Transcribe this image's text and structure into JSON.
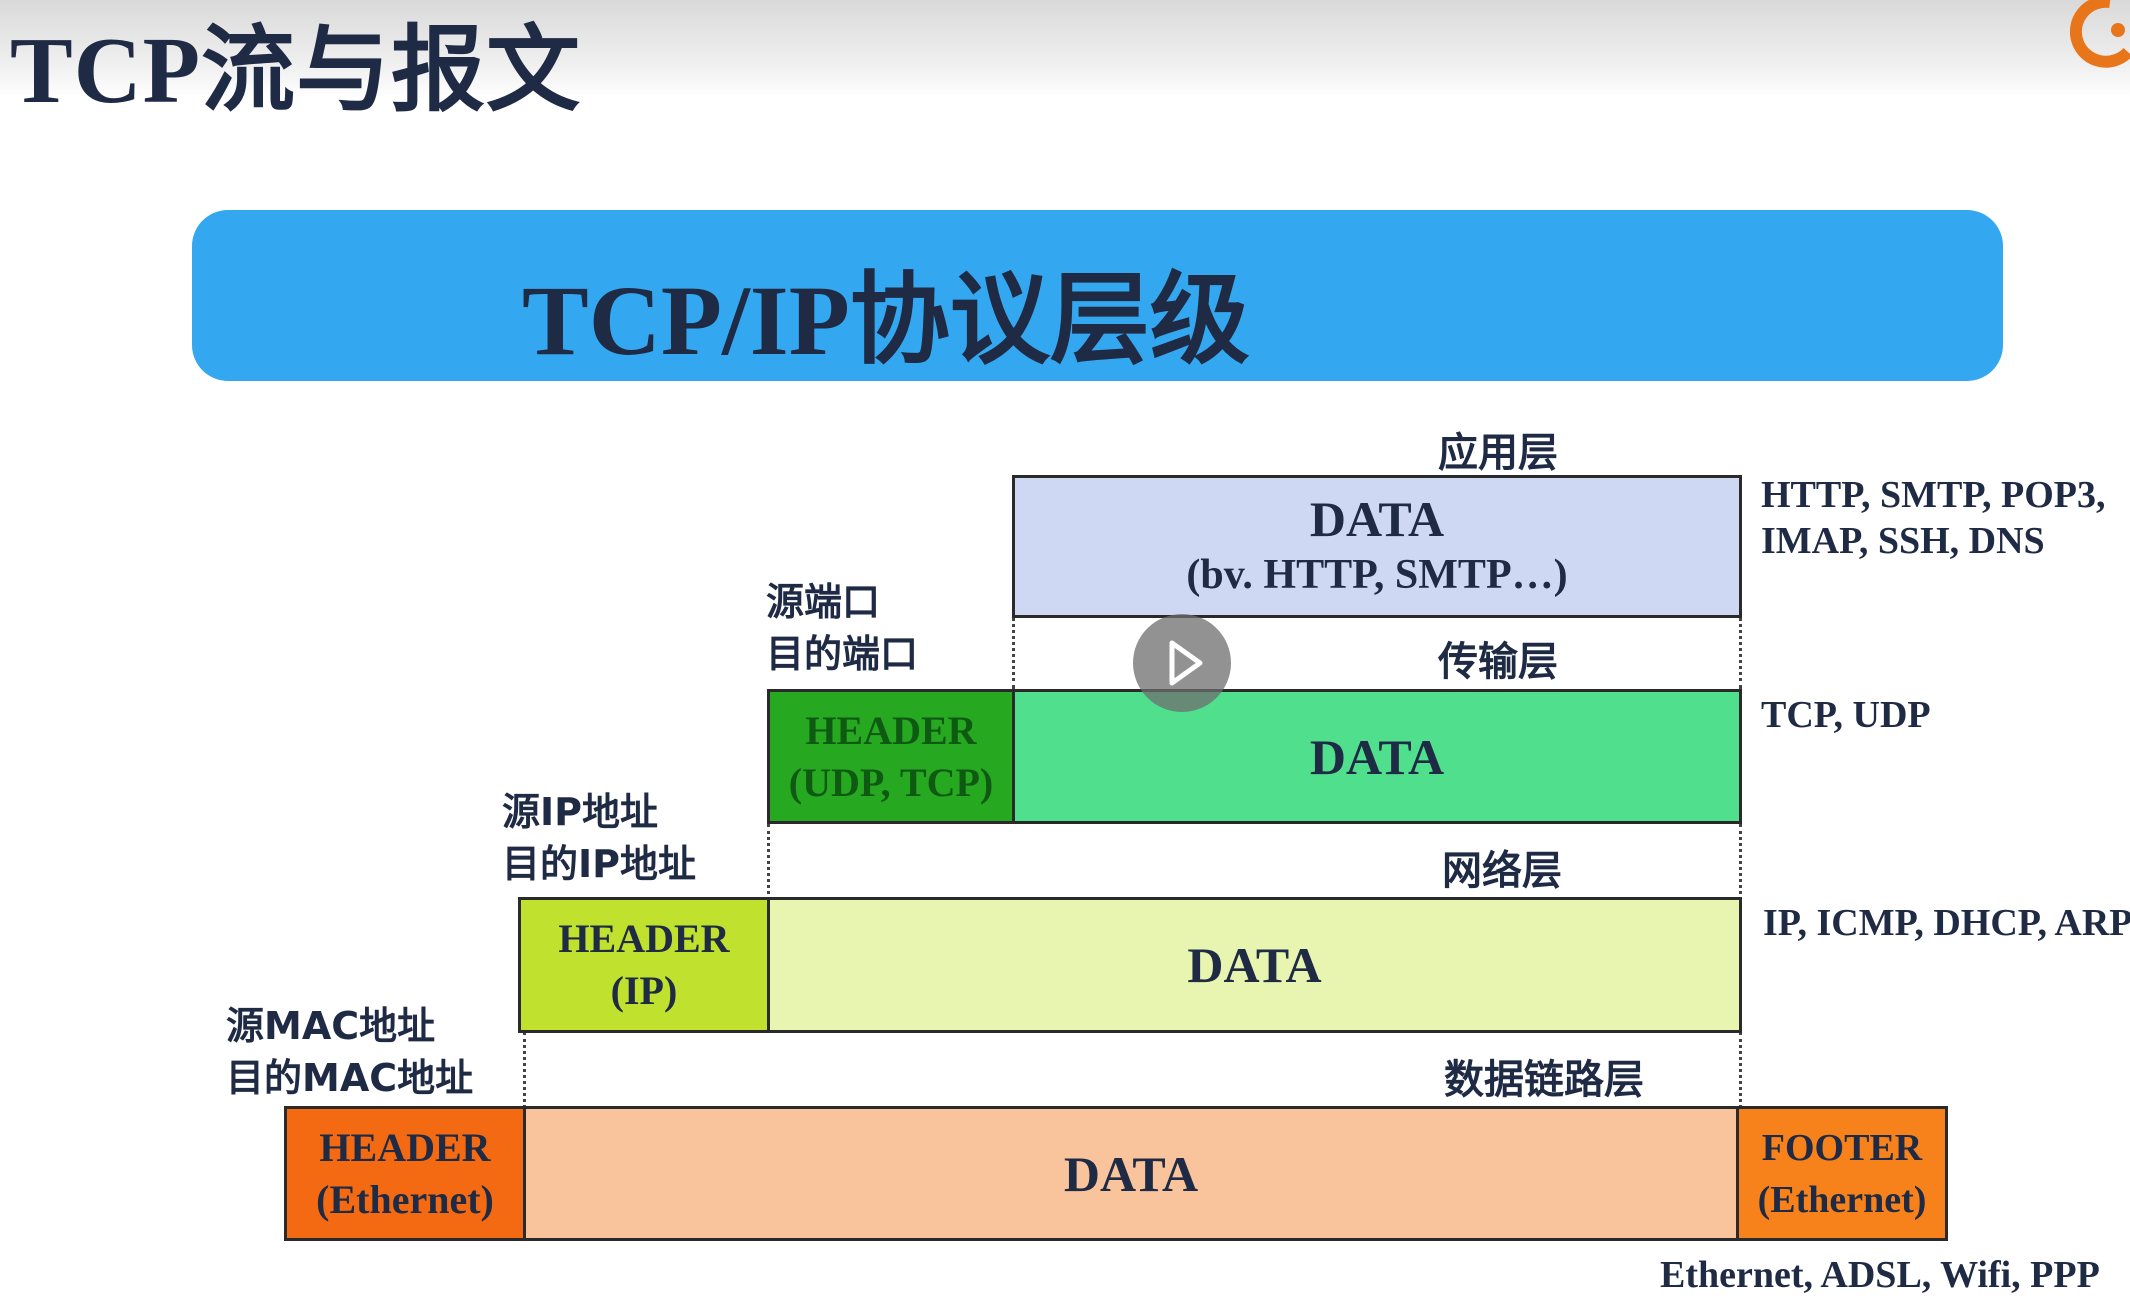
{
  "slide_title": "TCP流与报文",
  "banner_title": "TCP/IP协议层级",
  "layers": {
    "application": {
      "name": "应用层",
      "data_label": "DATA",
      "data_sub": "(bv. HTTP, SMTP…)",
      "protocols_line1": "HTTP, SMTP, POP3,",
      "protocols_line2": "IMAP, SSH, DNS"
    },
    "transport": {
      "name": "传输层",
      "header_line1": "HEADER",
      "header_line2": "(UDP, TCP)",
      "data_label": "DATA",
      "protocols": "TCP, UDP",
      "addr_line1": "源端口",
      "addr_line2": "目的端口"
    },
    "network": {
      "name": "网络层",
      "header_line1": "HEADER",
      "header_line2": "(IP)",
      "data_label": "DATA",
      "protocols": "IP, ICMP, DHCP, ARP",
      "addr_line1": "源IP地址",
      "addr_line2": "目的IP地址"
    },
    "link": {
      "name": "数据链路层",
      "header_line1": "HEADER",
      "header_line2": "(Ethernet)",
      "data_label": "DATA",
      "footer_line1": "FOOTER",
      "footer_line2": "(Ethernet)",
      "protocols": "Ethernet, ADSL, Wifi, PPP",
      "addr_line1": "源MAC地址",
      "addr_line2": "目的MAC地址"
    }
  },
  "colors": {
    "banner": "#33a8f0",
    "app_data": "#cfd8f2",
    "transport_header": "#27a821",
    "transport_data": "#50df8c",
    "network_header": "#c0e22e",
    "network_data": "#e7f5b0",
    "link_header": "#f46a12",
    "link_data": "#f9c49c",
    "link_footer": "#f7821c"
  },
  "icons": {
    "play": "play-icon",
    "logo": "logo-icon"
  }
}
